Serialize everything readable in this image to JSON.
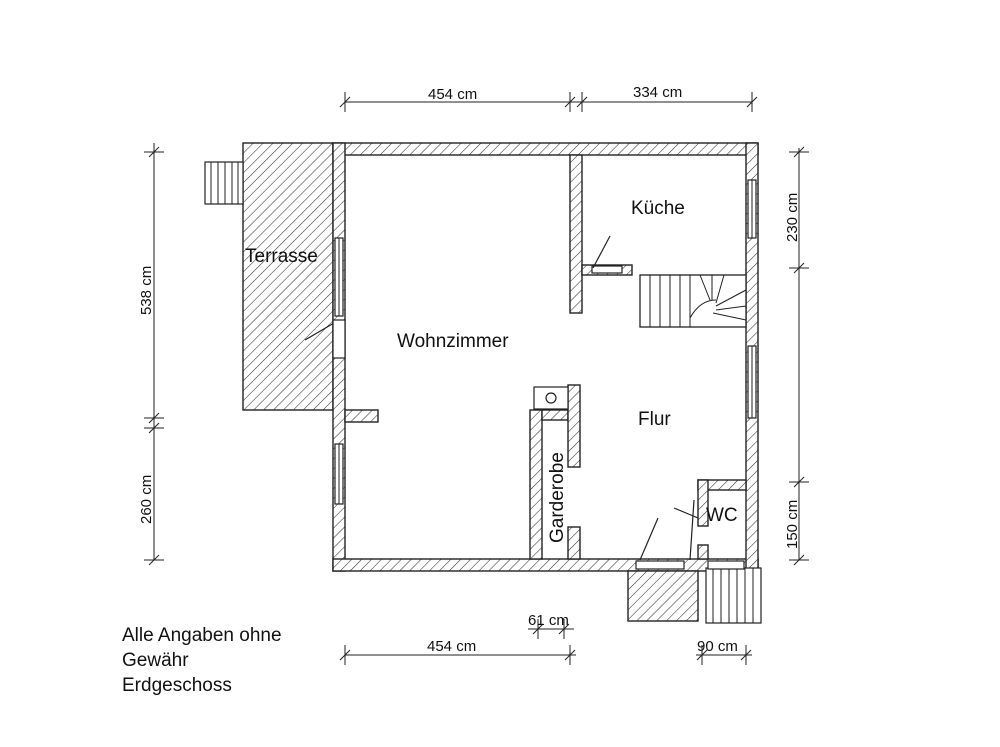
{
  "rooms": {
    "terrasse": "Terrasse",
    "wohnzimmer": "Wohnzimmer",
    "kueche": "Küche",
    "flur": "Flur",
    "wc": "WC",
    "garderobe": "Garderobe"
  },
  "dimensions": {
    "top_left": "454 cm",
    "top_right": "334 cm",
    "left_upper": "538 cm",
    "left_lower": "260 cm",
    "right_upper": "230 cm",
    "right_lower": "150 cm",
    "bottom_small": "61 cm",
    "bottom_left": "454 cm",
    "bottom_right": "90 cm"
  },
  "notes": {
    "line1": "Alle Angaben ohne",
    "line2": "Gewähr",
    "line3": "Erdgeschoss"
  }
}
